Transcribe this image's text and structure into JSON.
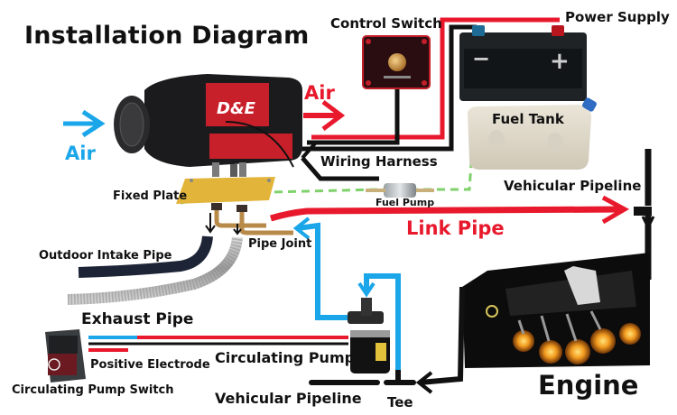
{
  "title": "Installation Diagram",
  "heater": {
    "brand": "D&E"
  },
  "air_in": "Air",
  "air_out": "Air",
  "labels": {
    "control_switch": "Control Switch",
    "power_supply": "Power Supply",
    "fuel_tank": "Fuel Tank",
    "wiring_harness": "Wiring Harness",
    "fixed_plate": "Fixed Plate",
    "fuel_pump": "Fuel Pump",
    "vehicular_pipeline_top": "Vehicular Pipeline",
    "link_pipe": "Link Pipe",
    "pipe_joint": "Pipe Joint",
    "outdoor_intake_pipe": "Outdoor Intake Pipe",
    "exhaust_pipe": "Exhaust Pipe",
    "positive_electrode": "Positive Electrode",
    "circulating_pump": "Circulating Pump",
    "circulating_pump_switch": "Circulating Pump Switch",
    "vehicular_pipeline_bottom": "Vehicular Pipeline",
    "tee": "Tee",
    "engine": "Engine"
  },
  "battery": {
    "negative": "−",
    "positive": "+"
  },
  "colors": {
    "red_wire": "#e8192c",
    "black_wire": "#111111",
    "blue_pipe": "#1aa6e8",
    "fuel_line": "#7fd16b",
    "plate": "#e2b53a",
    "heater_red": "#c8202a",
    "heater_body": "#1b1b1d"
  }
}
